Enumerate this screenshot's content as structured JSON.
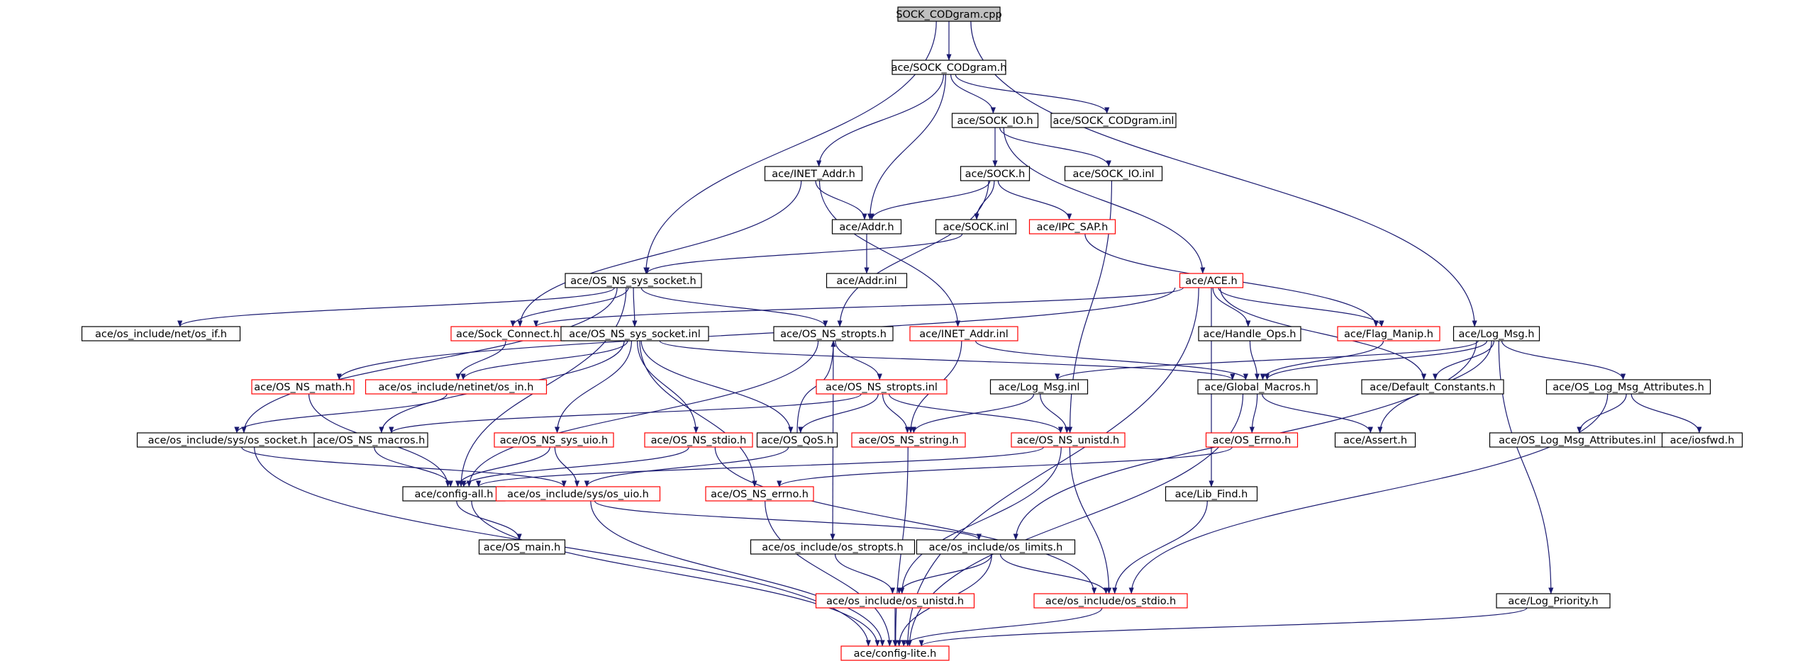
{
  "colors": {
    "edge": "#191970",
    "border_normal": "#000000",
    "border_truncated": "#ff0000",
    "root_fill": "#bfbfbf",
    "node_fill": "#ffffff"
  },
  "nodes": [
    {
      "id": "n0",
      "label": "SOCK_CODgram.cpp",
      "style": "root"
    },
    {
      "id": "n1",
      "label": "ace/SOCK_CODgram.h",
      "style": "normal"
    },
    {
      "id": "n2",
      "label": "ace/SOCK_IO.h",
      "style": "normal"
    },
    {
      "id": "n3",
      "label": "ace/SOCK_CODgram.inl",
      "style": "normal"
    },
    {
      "id": "n4",
      "label": "ace/INET_Addr.h",
      "style": "normal"
    },
    {
      "id": "n5",
      "label": "ace/SOCK.h",
      "style": "normal"
    },
    {
      "id": "n6",
      "label": "ace/SOCK_IO.inl",
      "style": "normal"
    },
    {
      "id": "n7",
      "label": "ace/Addr.h",
      "style": "normal"
    },
    {
      "id": "n8",
      "label": "ace/SOCK.inl",
      "style": "normal"
    },
    {
      "id": "n9",
      "label": "ace/IPC_SAP.h",
      "style": "truncated"
    },
    {
      "id": "n10",
      "label": "ace/Addr.inl",
      "style": "normal"
    },
    {
      "id": "n11",
      "label": "ace/OS_NS_sys_socket.h",
      "style": "normal"
    },
    {
      "id": "n12",
      "label": "ace/ACE.h",
      "style": "truncated"
    },
    {
      "id": "n13",
      "label": "ace/os_include/net/os_if.h",
      "style": "normal"
    },
    {
      "id": "n14",
      "label": "ace/Sock_Connect.h",
      "style": "truncated"
    },
    {
      "id": "n15",
      "label": "ace/OS_NS_sys_socket.inl",
      "style": "normal"
    },
    {
      "id": "n16",
      "label": "ace/OS_NS_stropts.h",
      "style": "normal"
    },
    {
      "id": "n17",
      "label": "ace/INET_Addr.inl",
      "style": "truncated"
    },
    {
      "id": "n18",
      "label": "ace/Handle_Ops.h",
      "style": "normal"
    },
    {
      "id": "n19",
      "label": "ace/Flag_Manip.h",
      "style": "truncated"
    },
    {
      "id": "n20",
      "label": "ace/Log_Msg.h",
      "style": "normal"
    },
    {
      "id": "n21",
      "label": "ace/OS_NS_math.h",
      "style": "truncated"
    },
    {
      "id": "n22",
      "label": "ace/os_include/netinet/os_in.h",
      "style": "truncated"
    },
    {
      "id": "n23",
      "label": "ace/OS_NS_stropts.inl",
      "style": "truncated"
    },
    {
      "id": "n24",
      "label": "ace/Log_Msg.inl",
      "style": "normal"
    },
    {
      "id": "n25",
      "label": "ace/Global_Macros.h",
      "style": "normal"
    },
    {
      "id": "n26",
      "label": "ace/Default_Constants.h",
      "style": "normal"
    },
    {
      "id": "n27",
      "label": "ace/OS_Log_Msg_Attributes.h",
      "style": "normal"
    },
    {
      "id": "n28",
      "label": "ace/os_include/sys/os_socket.h",
      "style": "normal"
    },
    {
      "id": "n29",
      "label": "ace/OS_NS_macros.h",
      "style": "normal"
    },
    {
      "id": "n30",
      "label": "ace/OS_NS_sys_uio.h",
      "style": "truncated"
    },
    {
      "id": "n31",
      "label": "ace/OS_NS_stdio.h",
      "style": "truncated"
    },
    {
      "id": "n32",
      "label": "ace/OS_QoS.h",
      "style": "normal"
    },
    {
      "id": "n33",
      "label": "ace/OS_NS_string.h",
      "style": "truncated"
    },
    {
      "id": "n34",
      "label": "ace/OS_NS_unistd.h",
      "style": "truncated"
    },
    {
      "id": "n35",
      "label": "ace/OS_Errno.h",
      "style": "truncated"
    },
    {
      "id": "n36",
      "label": "ace/Assert.h",
      "style": "normal"
    },
    {
      "id": "n37",
      "label": "ace/OS_Log_Msg_Attributes.inl",
      "style": "normal"
    },
    {
      "id": "n38",
      "label": "ace/iosfwd.h",
      "style": "normal"
    },
    {
      "id": "n39",
      "label": "ace/config-all.h",
      "style": "normal"
    },
    {
      "id": "n40",
      "label": "ace/os_include/sys/os_uio.h",
      "style": "truncated"
    },
    {
      "id": "n41",
      "label": "ace/OS_NS_errno.h",
      "style": "truncated"
    },
    {
      "id": "n42",
      "label": "ace/Lib_Find.h",
      "style": "normal"
    },
    {
      "id": "n43",
      "label": "ace/OS_main.h",
      "style": "normal"
    },
    {
      "id": "n44",
      "label": "ace/os_include/os_stropts.h",
      "style": "normal"
    },
    {
      "id": "n45",
      "label": "ace/os_include/os_limits.h",
      "style": "normal"
    },
    {
      "id": "n46",
      "label": "ace/os_include/os_unistd.h",
      "style": "truncated"
    },
    {
      "id": "n47",
      "label": "ace/os_include/os_stdio.h",
      "style": "truncated"
    },
    {
      "id": "n48",
      "label": "ace/Log_Priority.h",
      "style": "normal"
    },
    {
      "id": "n49",
      "label": "ace/config-lite.h",
      "style": "truncated"
    }
  ],
  "edges": [
    [
      "n0",
      "n1"
    ],
    [
      "n0",
      "n11"
    ],
    [
      "n0",
      "n20"
    ],
    [
      "n1",
      "n2"
    ],
    [
      "n1",
      "n3"
    ],
    [
      "n1",
      "n4"
    ],
    [
      "n1",
      "n7"
    ],
    [
      "n2",
      "n5"
    ],
    [
      "n2",
      "n6"
    ],
    [
      "n2",
      "n12"
    ],
    [
      "n4",
      "n7"
    ],
    [
      "n4",
      "n17"
    ],
    [
      "n4",
      "n14"
    ],
    [
      "n5",
      "n7"
    ],
    [
      "n5",
      "n8"
    ],
    [
      "n5",
      "n9"
    ],
    [
      "n5",
      "n16"
    ],
    [
      "n6",
      "n34"
    ],
    [
      "n7",
      "n10"
    ],
    [
      "n8",
      "n11"
    ],
    [
      "n9",
      "n19"
    ],
    [
      "n11",
      "n13"
    ],
    [
      "n11",
      "n15"
    ],
    [
      "n11",
      "n16"
    ],
    [
      "n11",
      "n28"
    ],
    [
      "n11",
      "n39"
    ],
    [
      "n11",
      "n14"
    ],
    [
      "n12",
      "n14"
    ],
    [
      "n12",
      "n18"
    ],
    [
      "n12",
      "n19"
    ],
    [
      "n12",
      "n26"
    ],
    [
      "n12",
      "n21"
    ],
    [
      "n12",
      "n42"
    ],
    [
      "n12",
      "n49"
    ],
    [
      "n14",
      "n22"
    ],
    [
      "n15",
      "n22"
    ],
    [
      "n15",
      "n25"
    ],
    [
      "n15",
      "n29"
    ],
    [
      "n15",
      "n30"
    ],
    [
      "n15",
      "n31"
    ],
    [
      "n15",
      "n32"
    ],
    [
      "n15",
      "n41"
    ],
    [
      "n16",
      "n23"
    ],
    [
      "n16",
      "n39"
    ],
    [
      "n16",
      "n44"
    ],
    [
      "n17",
      "n33"
    ],
    [
      "n17",
      "n25"
    ],
    [
      "n18",
      "n25"
    ],
    [
      "n19",
      "n25"
    ],
    [
      "n20",
      "n24"
    ],
    [
      "n20",
      "n25"
    ],
    [
      "n20",
      "n26"
    ],
    [
      "n20",
      "n27"
    ],
    [
      "n20",
      "n36"
    ],
    [
      "n20",
      "n45"
    ],
    [
      "n20",
      "n48"
    ],
    [
      "n21",
      "n39"
    ],
    [
      "n22",
      "n28"
    ],
    [
      "n23",
      "n29"
    ],
    [
      "n23",
      "n32"
    ],
    [
      "n23",
      "n33"
    ],
    [
      "n23",
      "n34"
    ],
    [
      "n24",
      "n33"
    ],
    [
      "n24",
      "n34"
    ],
    [
      "n25",
      "n35"
    ],
    [
      "n25",
      "n36"
    ],
    [
      "n25",
      "n49"
    ],
    [
      "n27",
      "n37"
    ],
    [
      "n27",
      "n38"
    ],
    [
      "n27",
      "n47"
    ],
    [
      "n28",
      "n40"
    ],
    [
      "n28",
      "n49"
    ],
    [
      "n29",
      "n39"
    ],
    [
      "n30",
      "n39"
    ],
    [
      "n30",
      "n40"
    ],
    [
      "n31",
      "n39"
    ],
    [
      "n31",
      "n47"
    ],
    [
      "n32",
      "n40"
    ],
    [
      "n32",
      "n16"
    ],
    [
      "n33",
      "n49"
    ],
    [
      "n34",
      "n39"
    ],
    [
      "n34",
      "n46"
    ],
    [
      "n34",
      "n47"
    ],
    [
      "n35",
      "n41"
    ],
    [
      "n39",
      "n43"
    ],
    [
      "n39",
      "n49"
    ],
    [
      "n40",
      "n45"
    ],
    [
      "n40",
      "n49"
    ],
    [
      "n41",
      "n49"
    ],
    [
      "n42",
      "n47"
    ],
    [
      "n44",
      "n46"
    ],
    [
      "n45",
      "n46"
    ],
    [
      "n45",
      "n47"
    ],
    [
      "n45",
      "n49"
    ],
    [
      "n46",
      "n49"
    ],
    [
      "n47",
      "n49"
    ],
    [
      "n48",
      "n49"
    ]
  ]
}
